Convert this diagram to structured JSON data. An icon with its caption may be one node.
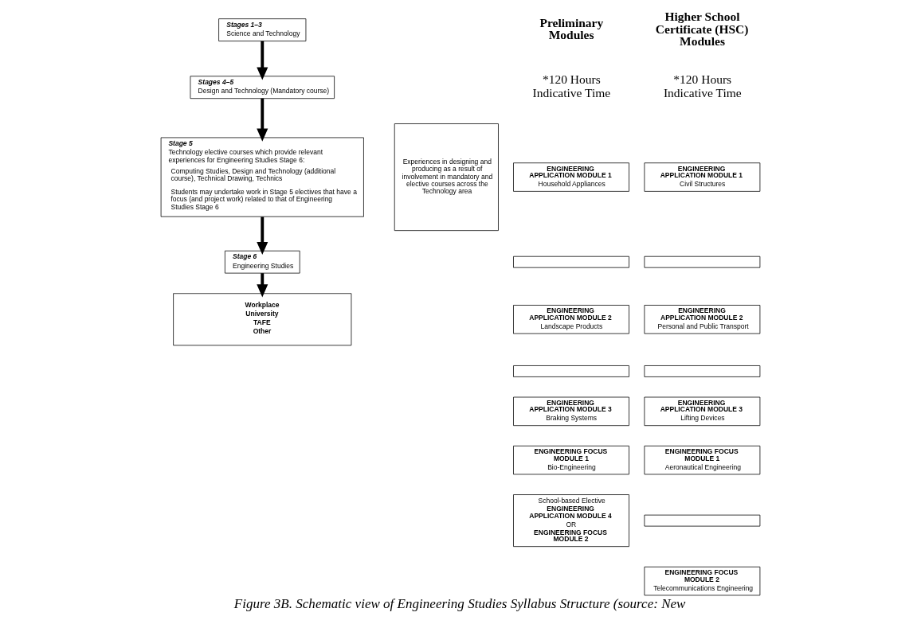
{
  "diagram": {
    "caption": "Figure 3B. Schematic view of Engineering Studies Syllabus Structure (source: New",
    "nodes": [
      {
        "text": [
          "Stages 1–3",
          "Science and Technology"
        ]
      },
      {
        "text": [
          "Stages 4–5",
          "Design and Technology (Mandatory course)"
        ]
      },
      {
        "text": [
          "Stage 5",
          "Technology elective courses which provide relevant experiences for Engineering Studies Stage 6:",
          "Computing Studies, Design and Technology (additional course), Technical Drawing, Technics",
          "Students may undertake work in Stage 5 electives that have a focus (and project work) related to that of Engineering Studies Stage 6"
        ]
      },
      {
        "text": [
          "Stage 6",
          "Engineering Studies"
        ]
      },
      {
        "text": [
          "Workplace",
          "University",
          "TAFE",
          "Other"
        ]
      },
      {
        "text": [
          "Experiences in designing and producing as a result of involvement in mandatory and elective courses across the Technology area"
        ]
      },
      {
        "text": [
          "ENGINEERING APPLICATION MODULE 1",
          "Household Appliances"
        ]
      },
      {
        "text": [],
        "shape": "box"
      },
      {
        "text": [
          "ENGINEERING APPLICATION MODULE 2",
          "Landscape Products"
        ]
      },
      {
        "text": [],
        "shape": "box"
      },
      {
        "text": [
          "ENGINEERING APPLICATION MODULE 3",
          "Braking Systems"
        ]
      },
      {
        "text": [
          "ENGINEERING FOCUS MODULE 1",
          "Bio-Engineering"
        ]
      },
      {
        "text": [
          "School-based Elective",
          "ENGINEERING APPLICATION MODULE 4",
          "OR",
          "ENGINEERING FOCUS MODULE 2"
        ]
      },
      {
        "text": [
          "ENGINEERING APPLICATION MODULE 1",
          "Civil Structures"
        ]
      },
      {
        "text": [],
        "shape": "box"
      },
      {
        "text": [
          "ENGINEERING APPLICATION MODULE 2",
          "Personal and Public Transport"
        ]
      },
      {
        "text": [],
        "shape": "box"
      },
      {
        "text": [
          "ENGINEERING APPLICATION MODULE 3",
          "Lifting Devices"
        ]
      },
      {
        "text": [
          "ENGINEERING FOCUS MODULE 1",
          "Aeronautical Engineering"
        ]
      },
      {
        "text": [],
        "shape": "box"
      },
      {
        "text": [
          "ENGINEERING FOCUS MODULE 2",
          "Telecommunications Engineering"
        ]
      }
    ],
    "edges": [
      {
        "from": 0,
        "to": 1,
        "arrow": "to"
      },
      {
        "from": 1,
        "to": 2,
        "arrow": "to"
      },
      {
        "from": 2,
        "to": 3,
        "arrow": "to"
      },
      {
        "from": 3,
        "to": 4,
        "arrow": "to"
      }
    ],
    "labels": [
      "Preliminary Modules",
      "*120 Hours Indicative Time",
      "Higher School Certificate (HSC) Modules",
      "*120 Hours Indicative Time"
    ]
  }
}
